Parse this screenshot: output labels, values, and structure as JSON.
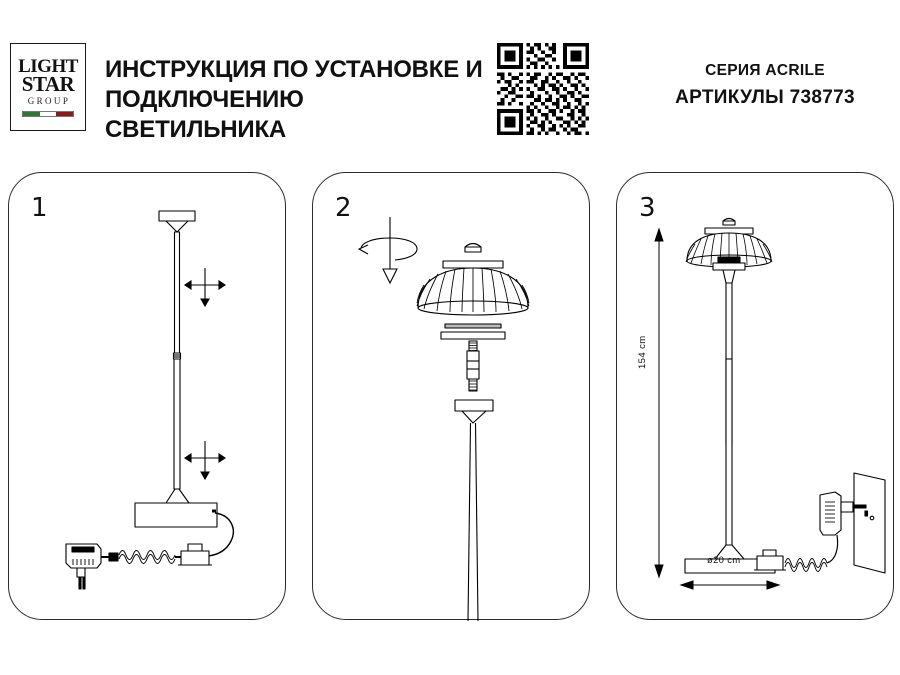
{
  "document": {
    "title": "ИНСТРУКЦИЯ ПО УСТАНОВКЕ И ПОДКЛЮЧЕНИЮ СВЕТИЛЬНИКА",
    "background_color": "#ffffff",
    "line_color": "#000000"
  },
  "brand": {
    "logo_line1": "LIGHT",
    "logo_line2": "STAR",
    "logo_line3": "GROUP",
    "flag_colors": [
      "#2a7a36",
      "#ffffff",
      "#8c1c1c"
    ]
  },
  "product": {
    "series_label": "СЕРИЯ ACRILE",
    "article_label": "АРТИКУЛЫ 738773"
  },
  "qr": {
    "name": "qr-code",
    "modules": 25
  },
  "steps": [
    {
      "number": "1",
      "description": "Сборка стойки торшера с основанием, блоком питания и ножным выключателем",
      "icons": [
        "adjust-arrow-icon",
        "adjust-arrow-icon"
      ]
    },
    {
      "number": "2",
      "description": "Установка плафона на стойку вращением по резьбе",
      "icons": [
        "rotate-down-arrow-icon"
      ]
    },
    {
      "number": "3",
      "description": "Собранный светильник с подключением к розетке",
      "icons": [
        "wall-socket-icon",
        "power-adapter-icon"
      ]
    }
  ],
  "dimensions": {
    "height_label": "154 cm",
    "diameter_label": "ø20 cm"
  }
}
